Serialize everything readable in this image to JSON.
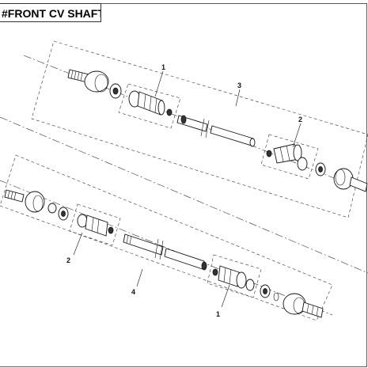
{
  "title": "#FRONT CV SHAFT",
  "callouts": {
    "upper_boot": "1",
    "upper_assembly": "3",
    "upper_inner_boot": "2",
    "lower_boot": "2",
    "lower_assembly": "4",
    "lower_inner_boot": "1"
  }
}
